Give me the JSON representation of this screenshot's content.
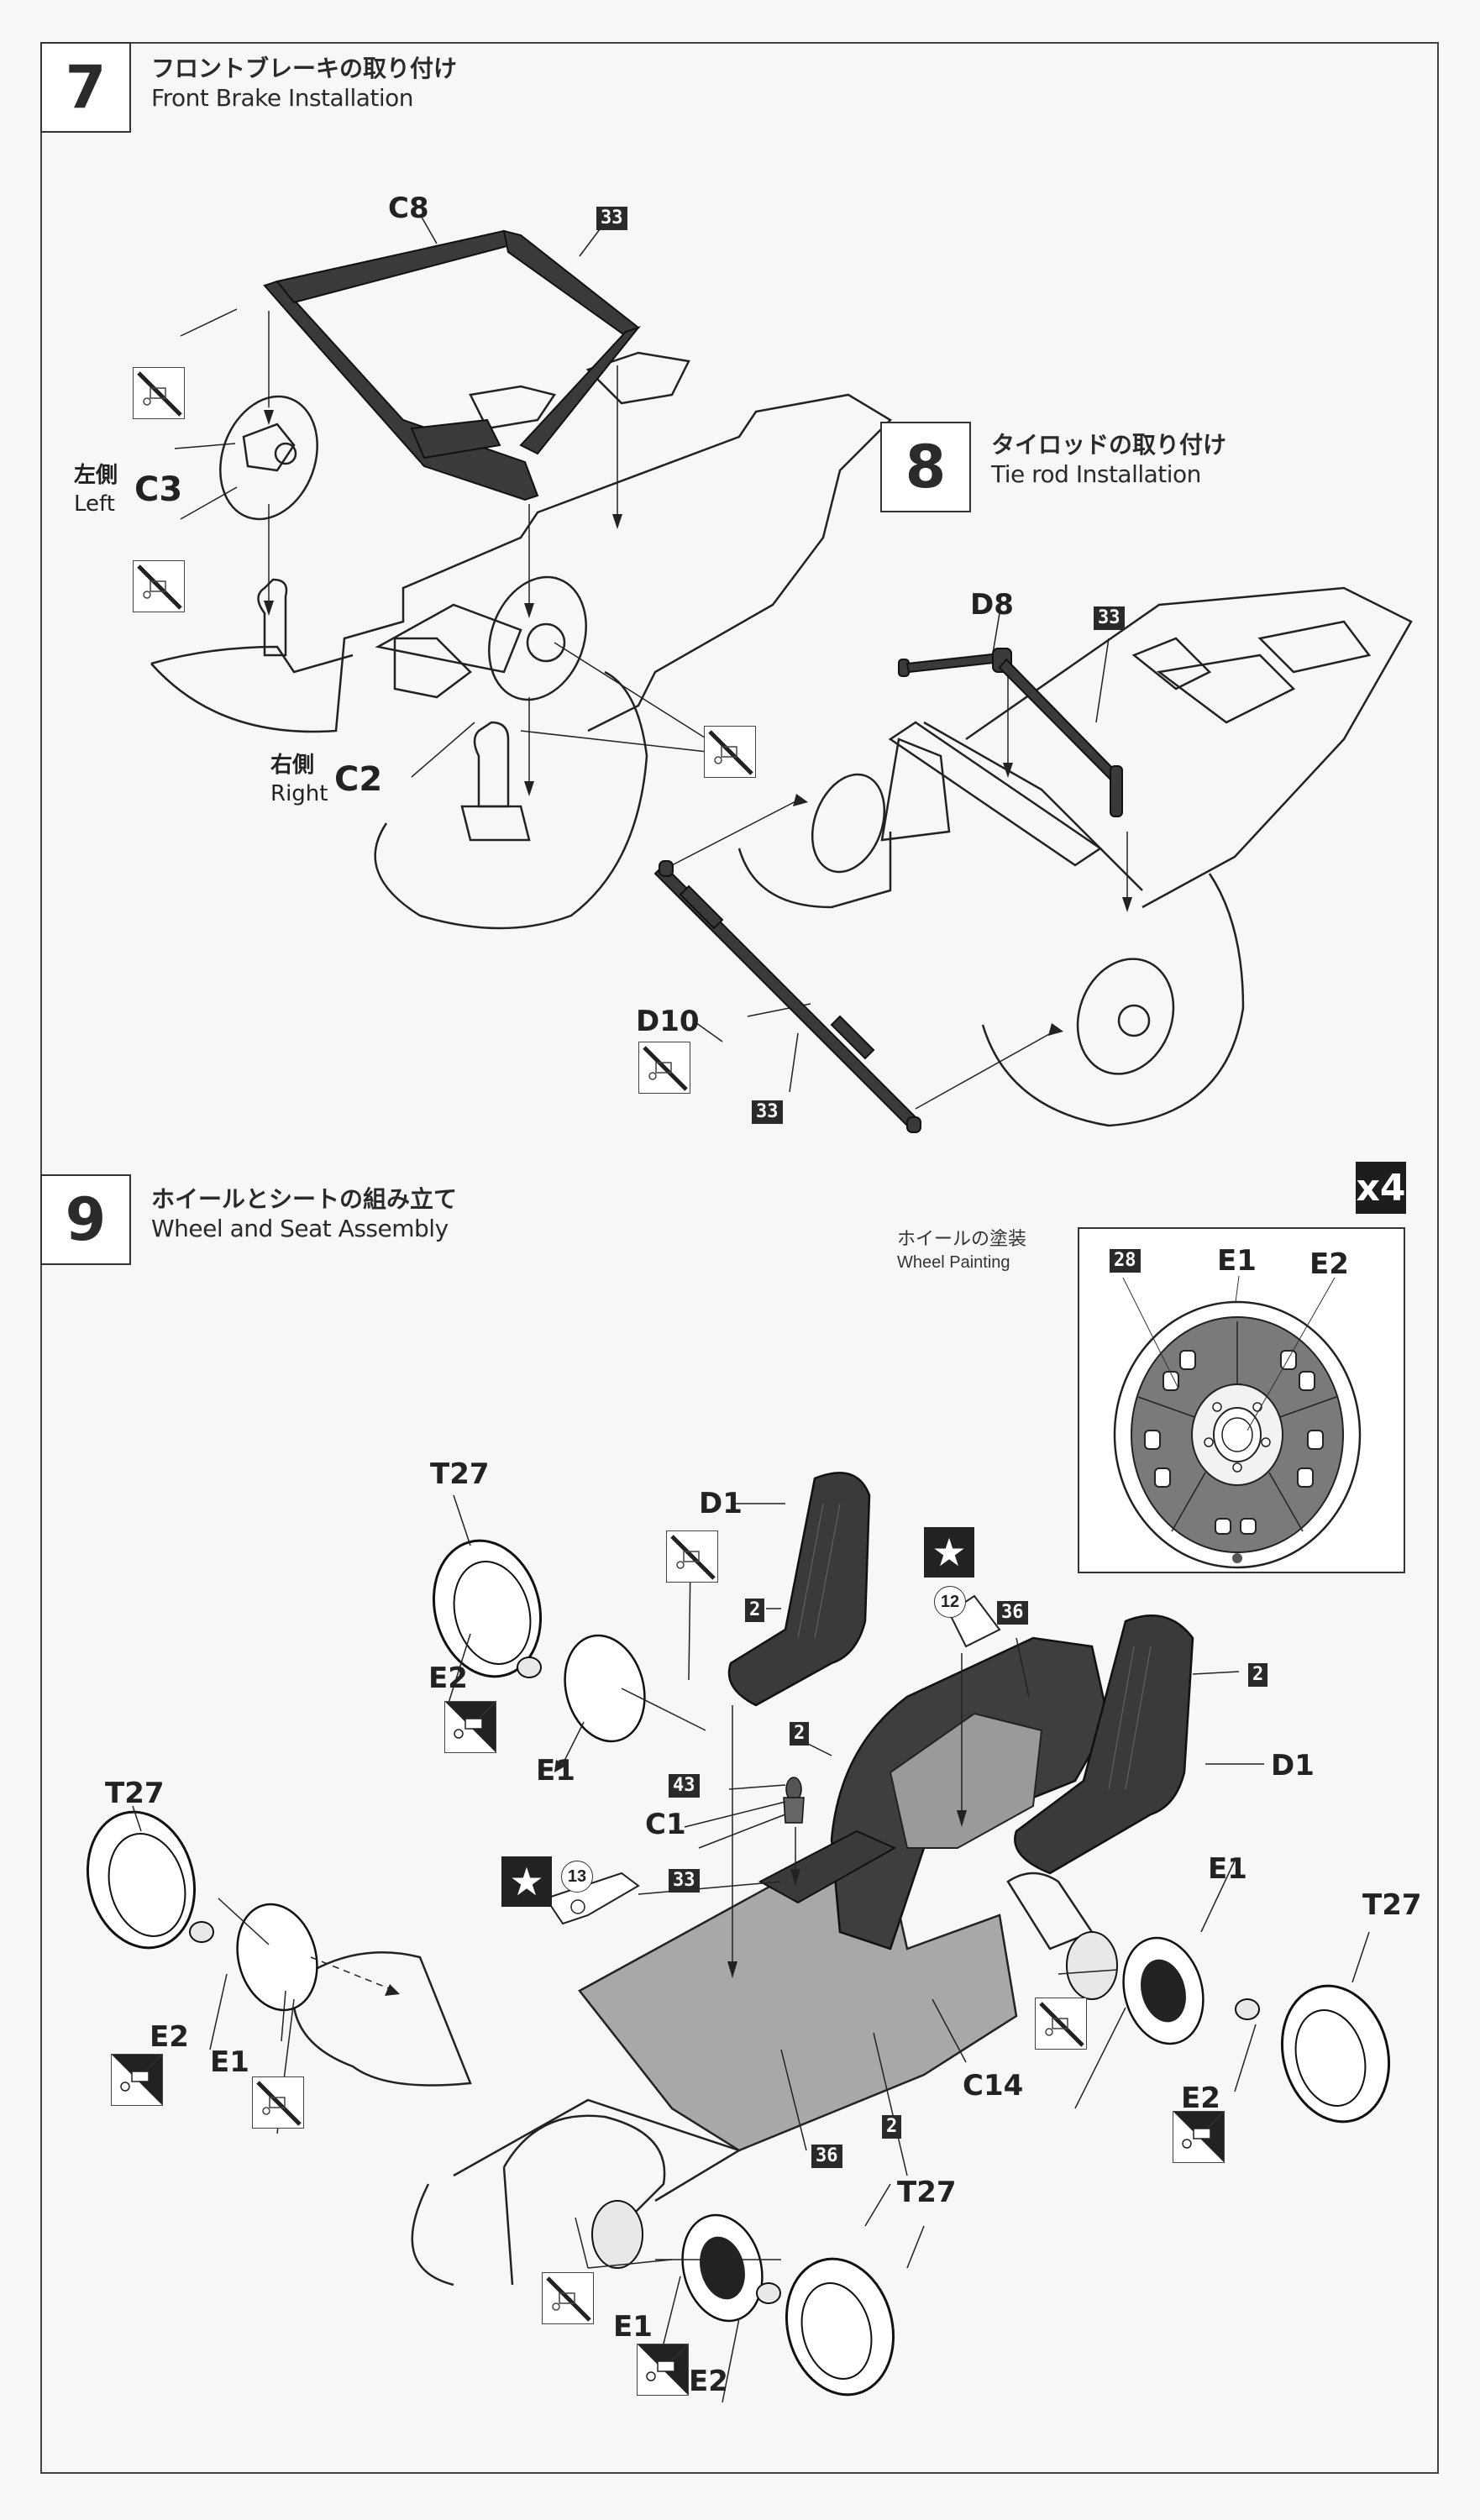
{
  "steps": [
    {
      "number": "7",
      "title_jp": "フロントブレーキの取り付け",
      "title_en": "Front Brake Installation"
    },
    {
      "number": "8",
      "title_jp": "タイロッドの取り付け",
      "title_en": "Tie rod Installation"
    },
    {
      "number": "9",
      "title_jp": "ホイールとシートの組み立て",
      "title_en": "Wheel and Seat Assembly"
    }
  ],
  "step7": {
    "parts": {
      "c8": "C8",
      "c3": "C3",
      "c2": "C2"
    },
    "paint_code": "33",
    "left_jp": "左側",
    "left_en": "Left",
    "right_jp": "右側",
    "right_en": "Right",
    "icons": [
      "no-glue-icon",
      "no-glue-icon",
      "no-glue-icon"
    ]
  },
  "step8": {
    "parts": {
      "d8": "D8",
      "d10": "D10"
    },
    "paint_codes": [
      "33",
      "33"
    ],
    "icons": [
      "no-glue-icon"
    ]
  },
  "step9": {
    "quantity_badge": "x4",
    "wheel_painting": {
      "title_jp": "ホイールの塗装",
      "title_en": "Wheel Painting",
      "paint_code": "28",
      "parts": [
        "E1",
        "E2"
      ]
    },
    "parts": {
      "t27": "T27",
      "e1": "E1",
      "e2": "E2",
      "d1": "D1",
      "c1": "C1",
      "c14": "C14"
    },
    "paint_codes": {
      "seat_a": "2",
      "seat_b": "2",
      "tub": "2",
      "floor_right": "2",
      "c1_a": "43",
      "c1_b": "33",
      "floor": "36",
      "floor_bottom": "36"
    },
    "decals": {
      "a": "12",
      "b": "13"
    },
    "star_symbol": "★"
  }
}
